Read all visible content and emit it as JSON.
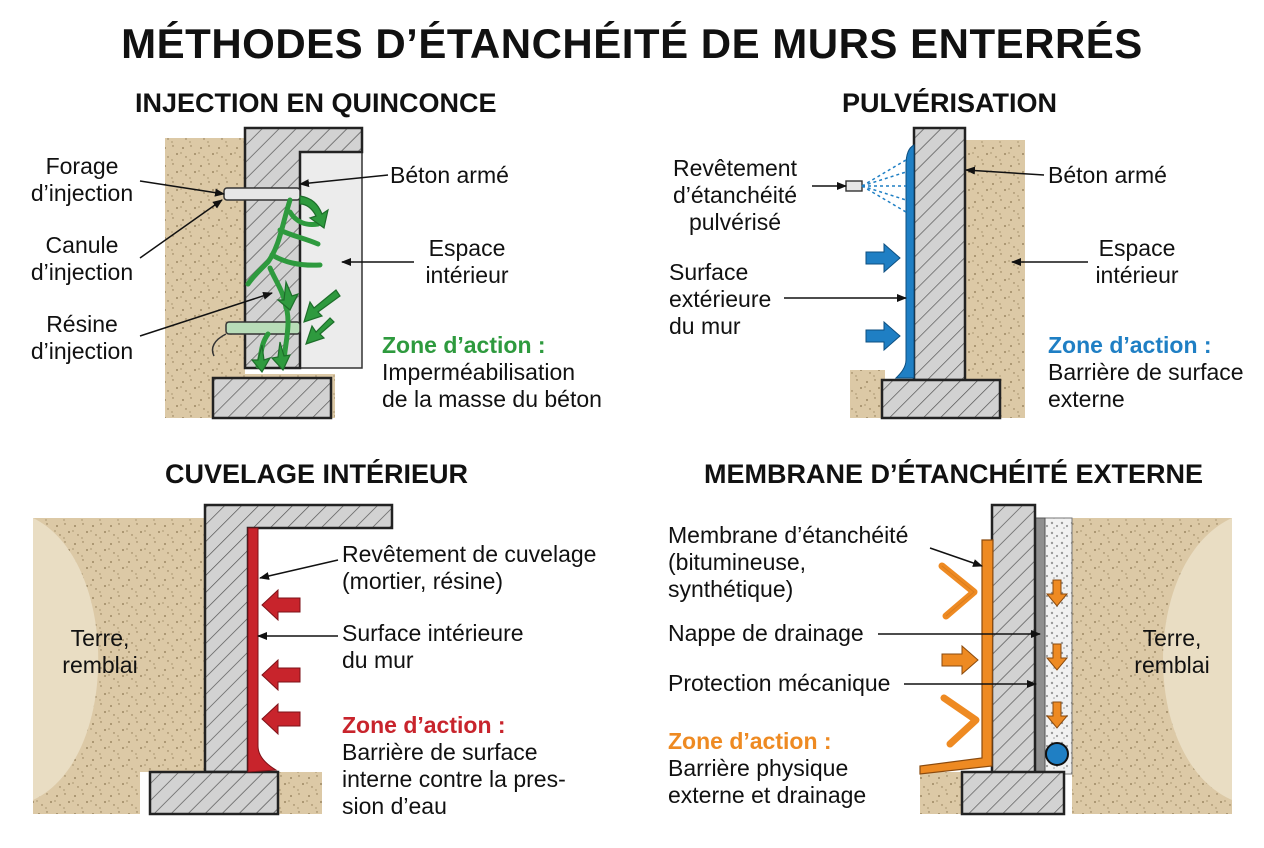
{
  "title": "MÉTHODES D’ÉTANCHÉITÉ DE MURS ENTERRÉS",
  "colors": {
    "green": "#2e9a3e",
    "blue": "#1f7fc4",
    "red": "#c8242c",
    "orange": "#ee8a22",
    "soil": "#d9c7a4",
    "concrete": "#cfcfcf",
    "ink": "#111111"
  },
  "panels": {
    "injection": {
      "title": "INJECTION EN QUINCONCE",
      "labels": {
        "forage": [
          "Forage",
          "d’injection"
        ],
        "canule": [
          "Canule",
          "d’injection"
        ],
        "resine": [
          "Résine",
          "d’injection"
        ],
        "beton": "Béton armé",
        "espace": [
          "Espace",
          "intérieur"
        ]
      },
      "zone_title": "Zone d’action :",
      "zone_text": [
        "Imperméabilisation",
        "de la masse du béton"
      ]
    },
    "pulverisation": {
      "title": "PULVÉRISATION",
      "labels": {
        "revetement": [
          "Revêtement",
          "d’étanchéité",
          "pulvérisé"
        ],
        "surface": [
          "Surface",
          "extérieure",
          "du mur"
        ],
        "beton": "Béton armé",
        "espace": [
          "Espace",
          "intérieur"
        ]
      },
      "zone_title": "Zone d’action :",
      "zone_text": [
        "Barrière de surface",
        "externe"
      ]
    },
    "cuvelage": {
      "title": "CUVELAGE INTÉRIEUR",
      "labels": {
        "terre": [
          "Terre,",
          "remblai"
        ],
        "revetement": [
          "Revêtement de cuvelage",
          "(mortier, résine)"
        ],
        "surface": [
          "Surface intérieure",
          "du mur"
        ]
      },
      "zone_title": "Zone d’action :",
      "zone_text": [
        "Barrière de surface",
        "interne contre la pres-",
        "sion d’eau"
      ]
    },
    "membrane": {
      "title": "MEMBRANE D’ÉTANCHÉITÉ EXTERNE",
      "labels": {
        "membrane": [
          "Membrane d’étanchéité",
          "(bitumineuse,",
          "synthétique)"
        ],
        "nappe": "Nappe de drainage",
        "protection": "Protection mécanique",
        "terre": [
          "Terre,",
          "remblai"
        ]
      },
      "zone_title": "Zone d’action :",
      "zone_text": [
        "Barrière physique",
        "externe et drainage"
      ]
    }
  }
}
